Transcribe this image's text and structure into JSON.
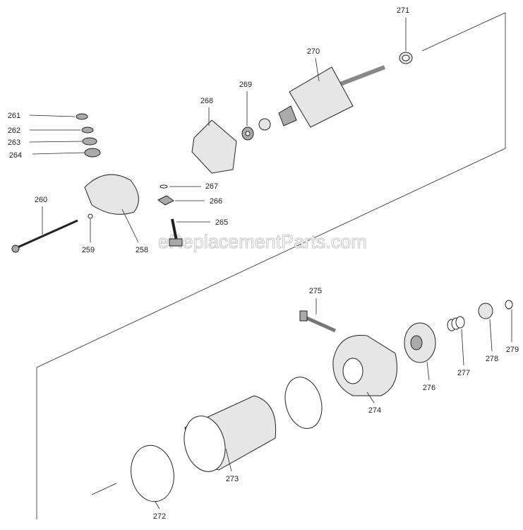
{
  "watermark": "eReplacementParts.com",
  "parts": {
    "p258": "258",
    "p259": "259",
    "p260": "260",
    "p261": "261",
    "p262": "262",
    "p263": "263",
    "p264": "264",
    "p265": "265",
    "p266": "266",
    "p267": "267",
    "p268": "268",
    "p269": "269",
    "p270": "270",
    "p271": "271",
    "p272": "272",
    "p273": "273",
    "p274": "274",
    "p275": "275",
    "p276": "276",
    "p277": "277",
    "p278": "278",
    "p279": "279"
  }
}
